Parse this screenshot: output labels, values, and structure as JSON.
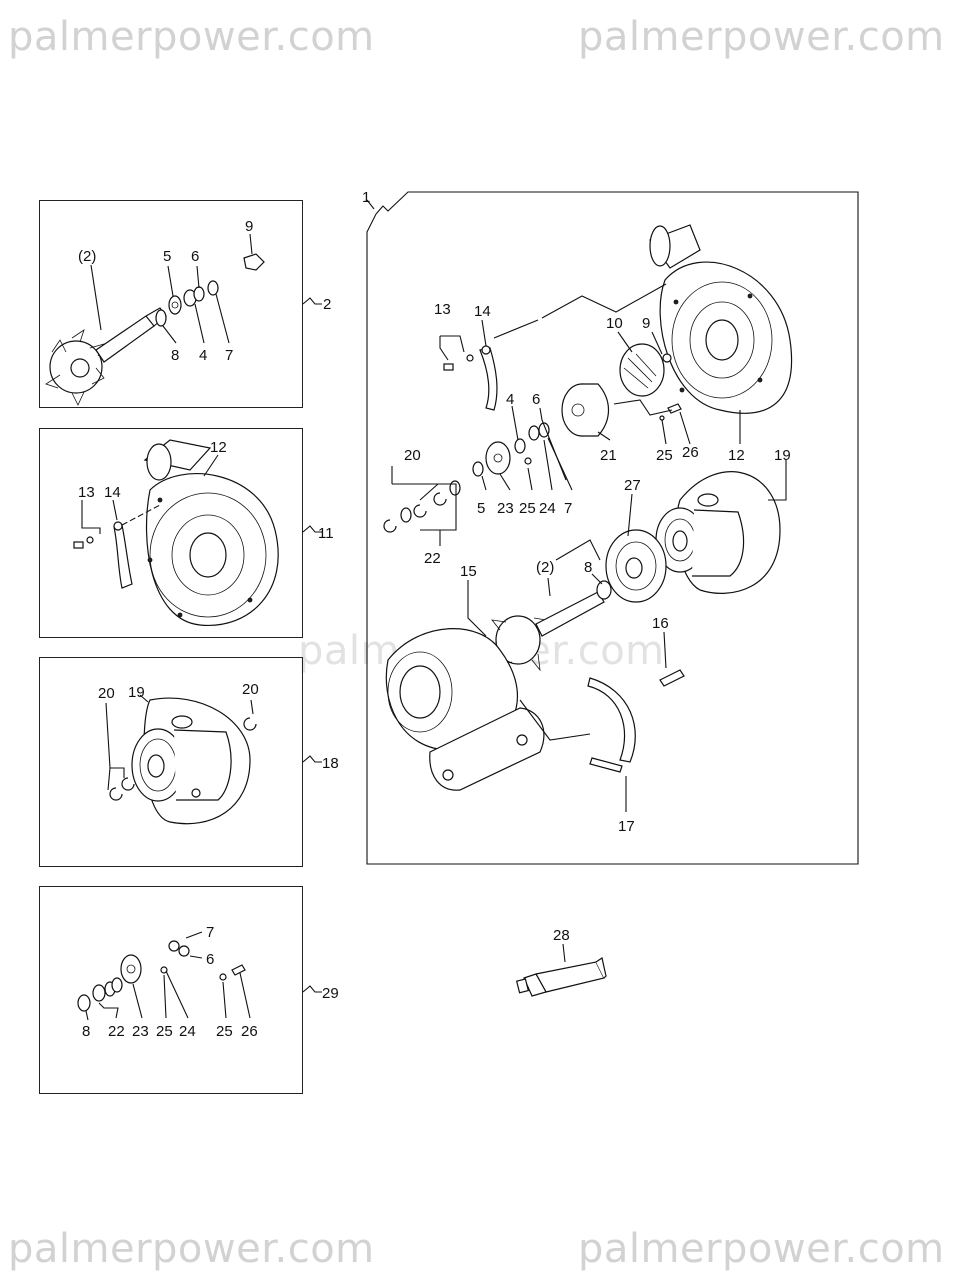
{
  "watermark": {
    "text_top_left": "palmerpower.com",
    "text_top_right": "palmerpower.com",
    "text_center": "palmerpower.com",
    "text_bottom_left": "palmerpower.com",
    "text_bottom_right": "palmerpower.com"
  },
  "panel_2": {
    "ref_label": "2",
    "callouts": {
      "c_turbine": "(2)",
      "c5": "5",
      "c6": "6",
      "c9": "9",
      "c8": "8",
      "c4": "4",
      "c7": "7"
    }
  },
  "panel_11": {
    "ref_label": "11",
    "callouts": {
      "c13": "13",
      "c14": "14",
      "c12": "12"
    }
  },
  "panel_18": {
    "ref_label": "18",
    "callouts": {
      "c20a": "20",
      "c19": "19",
      "c20b": "20"
    }
  },
  "panel_29": {
    "ref_label": "29",
    "callouts": {
      "c7": "7",
      "c6": "6",
      "c8": "8",
      "c22": "22",
      "c23": "23",
      "c25a": "25",
      "c24": "24",
      "c25b": "25",
      "c26": "26"
    }
  },
  "main_assembly": {
    "ref_label": "1",
    "callouts": {
      "c13": "13",
      "c14": "14",
      "c10": "10",
      "c9": "9",
      "c4": "4",
      "c6": "6",
      "c21": "21",
      "c25": "25",
      "c26": "26",
      "c12": "12",
      "c19": "19",
      "c20": "20",
      "c5": "5",
      "c23": "23",
      "c25b": "25",
      "c24": "24",
      "c7": "7",
      "c27": "27",
      "c22": "22",
      "c15": "15",
      "c_turbine": "(2)",
      "c8": "8",
      "c16": "16",
      "c17": "17"
    }
  },
  "loose_part": {
    "c28": "28"
  }
}
